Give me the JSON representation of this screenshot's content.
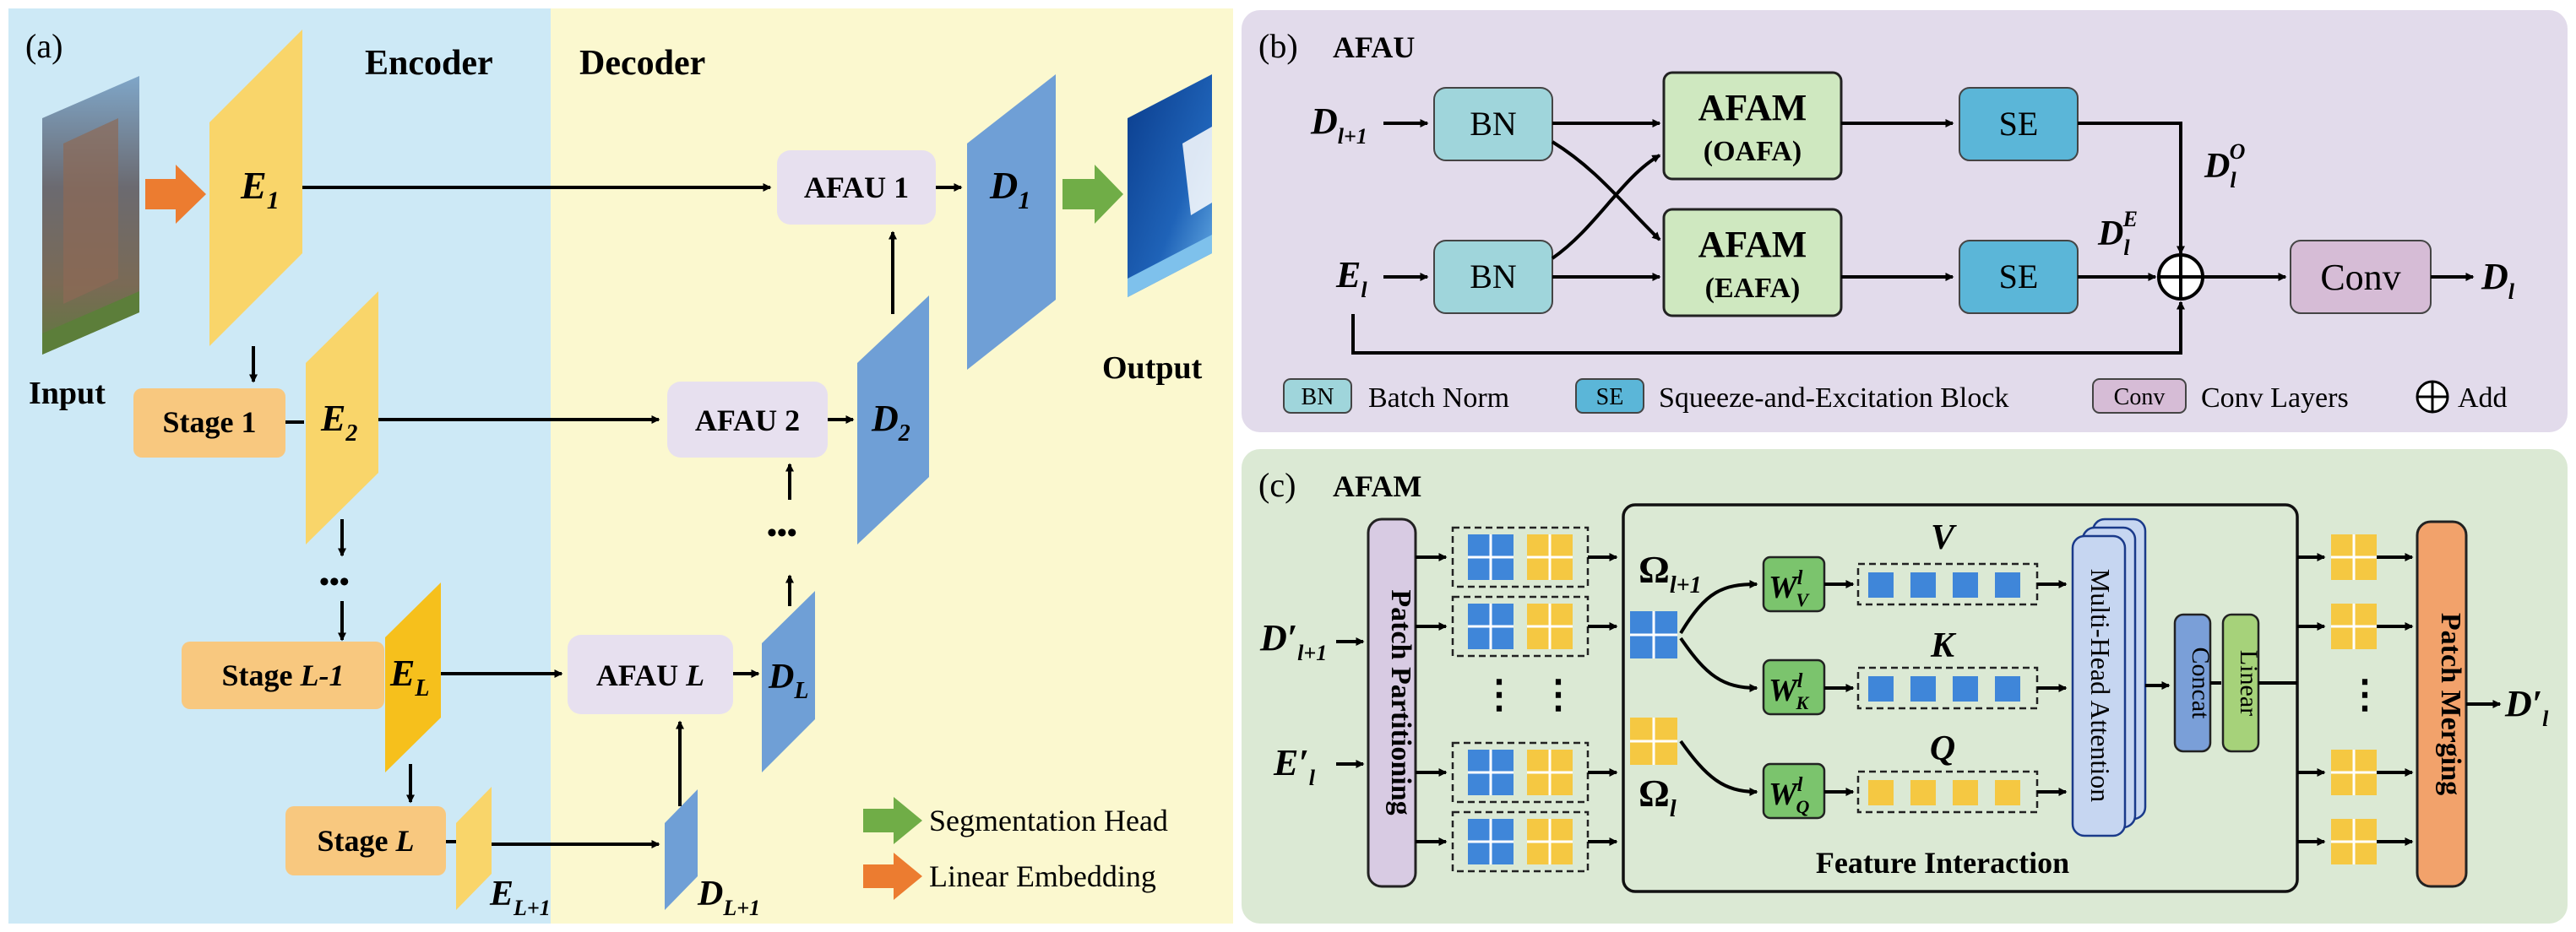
{
  "colors": {
    "encoder_bg": "#cde9f6",
    "decoder_bg": "#fbf8cf",
    "afau_bg": "#e2dbeb",
    "afam_bg": "#dbe9d4",
    "enc_feat": "#f9d56a",
    "enc_feat_dark": "#f6c01c",
    "dec_feat": "#6f9fd6",
    "stage_box": "#f8c87f",
    "afau_box": "#e7e0ef",
    "bn_box": "#9fd5db",
    "afam_box": "#cfe8c0",
    "se_box": "#5bb6d8",
    "conv_box": "#d6bcd6",
    "orange_arrow": "#ec7c30",
    "green_arrow": "#70ad47",
    "patch_blue": "#3f86d9",
    "patch_yellow": "#f5c842",
    "partition_box": "#d8cbe3",
    "merging_box": "#f2a26b",
    "concat_box": "#7a9fd8",
    "linear_box": "#a6d27a",
    "w_box": "#7bc46d",
    "mha_box": "#c6d6f1"
  },
  "panel_a": {
    "label": "(a)",
    "encoder_title": "Encoder",
    "decoder_title": "Decoder",
    "input_label": "Input",
    "output_label": "Output",
    "e1_base": "E",
    "e1_sub": "1",
    "e2_base": "E",
    "e2_sub": "2",
    "el_base": "E",
    "el_sub": "L",
    "elp1_base": "E",
    "elp1_sub": "L+1",
    "stage1": "Stage 1",
    "stage_lm1_prefix": "Stage ",
    "stage_lm1_var": "L-1",
    "stage_l_prefix": "Stage ",
    "stage_l_var": "L",
    "afau1": "AFAU 1",
    "afau2": "AFAU 2",
    "afaul_prefix": "AFAU ",
    "afaul_var": "L",
    "d1_base": "D",
    "d1_sub": "1",
    "d2_base": "D",
    "d2_sub": "2",
    "dl_base": "D",
    "dl_sub": "L",
    "dlp1_base": "D",
    "dlp1_sub": "L+1",
    "dots": "•••",
    "legend_seg": "Segmentation Head",
    "legend_lin": "Linear Embedding"
  },
  "panel_b": {
    "label": "(b)",
    "title": "AFAU",
    "in_top_base": "D",
    "in_top_sub": "l+1",
    "in_bot_base": "E",
    "in_bot_sub": "l",
    "bn": "BN",
    "afam": "AFAM",
    "oafa": "(OAFA)",
    "eafa": "(EAFA)",
    "se": "SE",
    "conv": "Conv",
    "dlo_base": "D",
    "dlo_sub": "l",
    "dlo_sup": "O",
    "dle_base": "D",
    "dle_sub": "l",
    "dle_sup": "E",
    "out_base": "D",
    "out_sub": "l",
    "legend_bn_key": "BN",
    "legend_bn": "Batch Norm",
    "legend_se_key": "SE",
    "legend_se": "Squeeze-and-Excitation Block",
    "legend_conv_key": "Conv",
    "legend_conv": "Conv Layers",
    "legend_add": "Add"
  },
  "panel_c": {
    "label": "(c)",
    "title": "AFAM",
    "in_top_base": "D′",
    "in_top_sub": "l+1",
    "in_bot_base": "E′",
    "in_bot_sub": "l",
    "patch_partitioning": "Patch Partitioning",
    "patch_merging": "Patch Merging",
    "omega_top": "Ω",
    "omega_top_sub": "l+1",
    "omega_bot": "Ω",
    "omega_bot_sub": "l",
    "wv_base": "W",
    "wv_sup": "l",
    "wv_sub": "V",
    "wk_base": "W",
    "wk_sup": "l",
    "wk_sub": "K",
    "wq_base": "W",
    "wq_sup": "l",
    "wq_sub": "Q",
    "v": "V",
    "k": "K",
    "q": "Q",
    "mha": "Multi-Head Attention",
    "concat": "Concat",
    "linear": "Linear",
    "feature_interaction": "Feature Interaction",
    "out_base": "D′",
    "out_sub": "l",
    "vdots": "⋮"
  }
}
